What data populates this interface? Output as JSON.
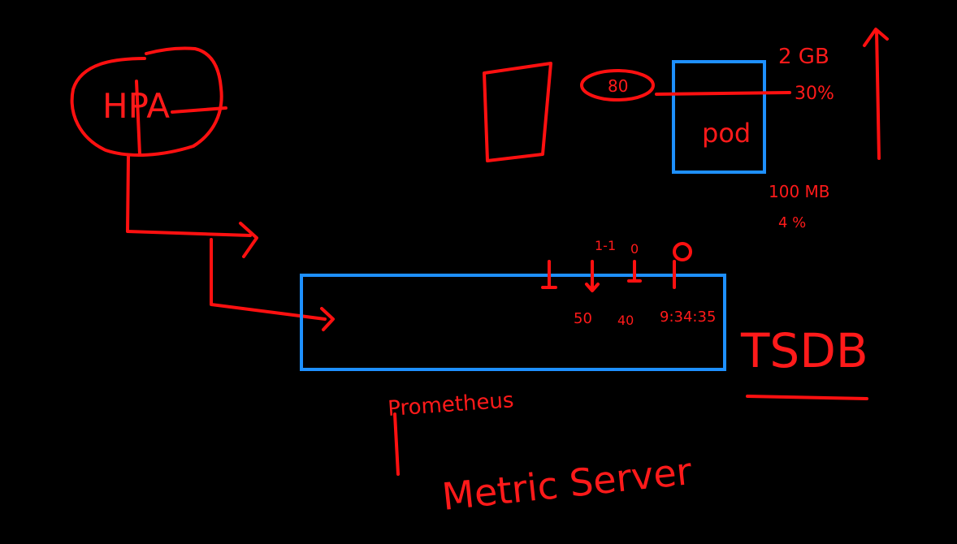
{
  "canvas": {
    "background": "#000000",
    "ink_color": "#ff1010",
    "box_color": "#1e90ff"
  },
  "labels": {
    "hpa": "HPA",
    "pod": "pod",
    "pod_badge": "80",
    "memory_limit": "2 GB",
    "cpu_pct": "30%",
    "memory_request": "100 MB",
    "cpu_request": "4 %",
    "tick_small_1": "1-1",
    "tick_small_2": "0",
    "tick_50": "50",
    "tick_40": "40",
    "tick_timestamp": "9:34:35",
    "tsdb": "TSDB",
    "prometheus": "Prometheus",
    "metric_server": "Metric Server"
  }
}
